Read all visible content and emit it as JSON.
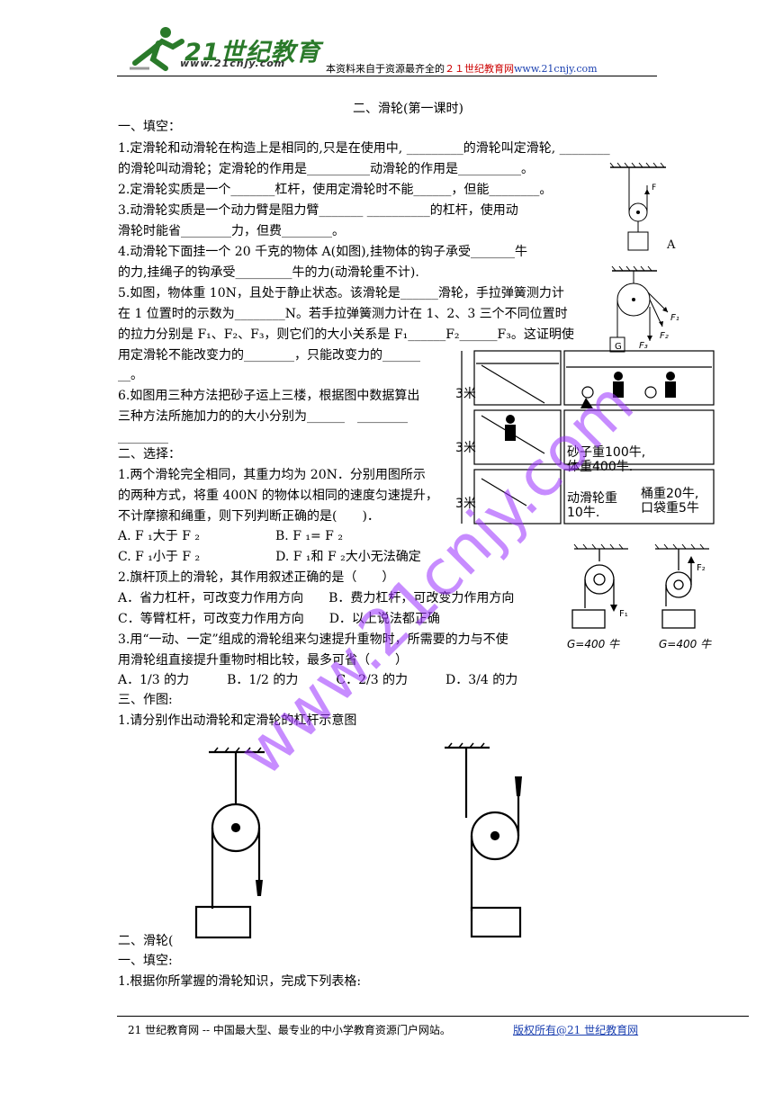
{
  "header": {
    "logo_main": "21世纪教育",
    "logo_url": "www.21cnjy.com",
    "text_prefix": "本资料来自于资源最齐全的",
    "text_brand": "２１世纪教育网",
    "text_url": "www.21cnjy.com"
  },
  "title": "二、滑轮(第一课时)",
  "lines": [
    "一、填空：",
    "1.定滑轮和动滑轮在构造上是相同的,只是在使用中, _________的滑轮叫定滑轮, ________",
    "的滑轮叫动滑轮；定滑轮的作用是__________动滑轮的作用是__________。",
    "2.定滑轮实质是一个_______杠杆，使用定滑轮时不能______，但能________。",
    "3.动滑轮实质是一个动力臂是阻力臂_______ __________的杠杆，使用动",
    "滑轮时能省________力，但费________。",
    "4.动滑轮下面挂一个 20 千克的物体 A(如图),挂物体的钩子承受_______牛",
    "的力,挂绳子的钩承受_________牛的力(动滑轮重不计).",
    "5.如图，物体重 10N，且处于静止状态。该滑轮是______滑轮，手拉弹簧测力计",
    "在 1 位置时的示数为________N。若手拉弹簧测力计在 1、2、3 三个不同位置时",
    "的拉力分别是 F₁、F₂、F₃，则它们的大小关系是 F₁______F₂______F₃。这证明使",
    "用定滑轮不能改变力的________，只能改变力的______",
    "__。",
    "6.如图用三种方法把砂子运上三楼，根据图中数据算出",
    "三种方法所施加力的的大小分别为______　________",
    "________",
    "二、选择：",
    "1.两个滑轮完全相同，其重力均为 20N．分别用图所示",
    "的两种方式，将重 400N 的物体以相同的速度匀速提升，",
    "不计摩擦和绳重，则下列判断正确的是(　　)．",
    "A.  F ₁大于 F ₂　　　　　　B.  F ₁= F ₂",
    "C.  F ₁小于 F ₂　　　　　　D.  F ₁和 F ₂大小无法确定",
    "2.旗杆顶上的滑轮，其作用叙述正确的是（　　）",
    "A．省力杠杆，可改变力作用方向　　B．费力杠杆，可改变力作用方向",
    "C．等臂杠杆，可改变力作用方向　　D．以上说法都正确",
    "3.用“一动、一定”组成的滑轮组来匀速提升重物时，所需要的力与不使",
    "用滑轮组直接提升重物时相比较，最多可省（　　）",
    "A．1/3 的力　　　B．1/2 的力　　　C．2/3 的力　　　D．3/4  的力",
    "三、作图:",
    "1.请分别作出动滑轮和定滑轮的杠杆示意图",
    "二、滑轮(",
    "一、填空:",
    "1.根据你所掌握的滑轮知识，完成下列表格:"
  ],
  "figures": {
    "pulley_a_label": "A",
    "pulley_a_force": "F",
    "spring_g": "G",
    "spring_f1": "F₁",
    "spring_f2": "F₂",
    "spring_f3": "F₃",
    "floor_h1": "3米",
    "floor_h2": "3米",
    "floor_h3": "3米",
    "sand_weight_1": "砂子重100牛,",
    "sand_weight_2": "体重400牛.",
    "pulley_weight_1": "动滑轮重",
    "pulley_weight_2": "10牛.",
    "bucket_1": "桶重20牛,",
    "bucket_2": "口袋重5牛",
    "choice_g1": "G=400 牛",
    "choice_g2": "G=400 牛",
    "choice_f1": "F₁",
    "choice_f2": "F₂"
  },
  "watermark": "www.21cnjy.com",
  "footer": {
    "left": "21 世纪教育网  --  中国最大型、最专业的中小学教育资源门户网站。",
    "right": "版权所有@21 世纪教育网"
  }
}
